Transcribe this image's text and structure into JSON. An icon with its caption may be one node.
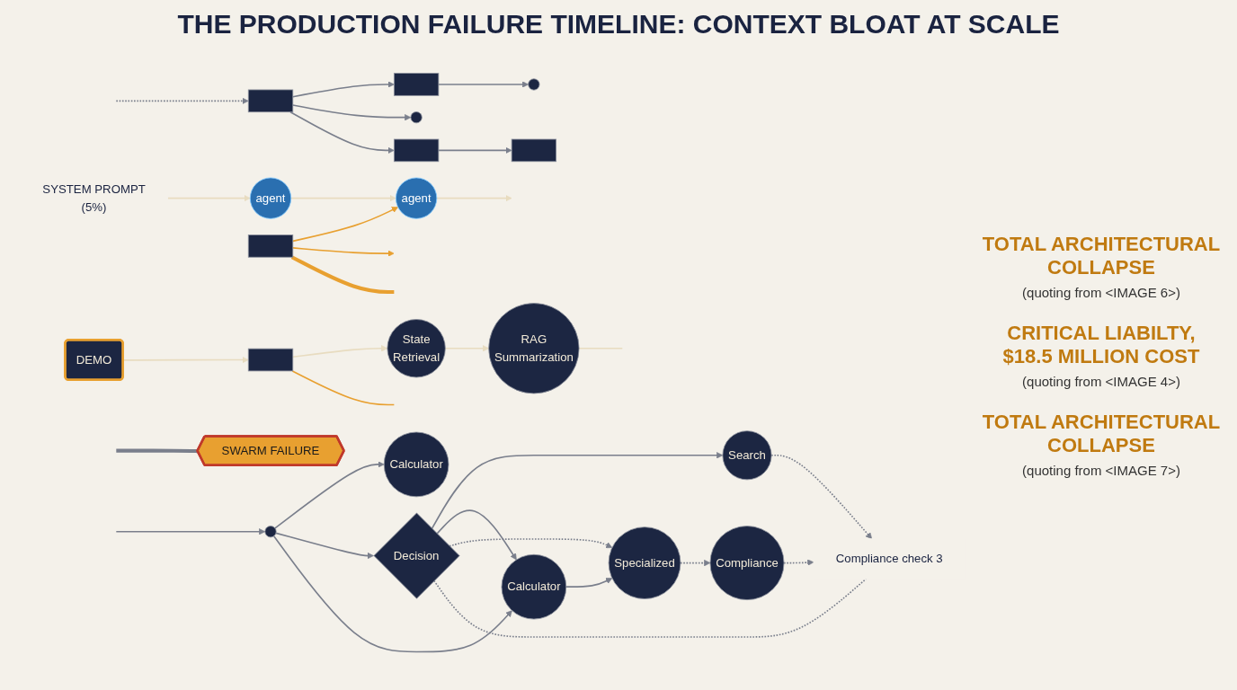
{
  "diagram": {
    "title": "THE PRODUCTION FAILURE TIMELINE: CONTEXT BLOAT AT SCALE",
    "nodes": [
      {
        "text": [
          "DEMO"
        ]
      },
      {
        "text": [],
        "shape": "box"
      },
      {
        "text": [
          "State",
          "Retrieval"
        ]
      },
      {
        "text": [
          "RAG",
          "Summarization"
        ]
      },
      {
        "text": [
          "SYSTEM PROMPT",
          "(5%)"
        ]
      },
      {
        "text": [
          "agent"
        ]
      },
      {
        "text": [
          "agent"
        ]
      },
      {
        "text": [],
        "shape": "box"
      },
      {
        "text": [],
        "shape": "box"
      },
      {
        "text": [],
        "shape": "box"
      },
      {
        "text": [],
        "shape": "box"
      },
      {
        "text": [],
        "shape": "circle"
      },
      {
        "text": [],
        "shape": "circle"
      },
      {
        "text": [],
        "shape": "box"
      },
      {
        "text": [
          "SWARM FAILURE"
        ]
      },
      {
        "text": [],
        "shape": "circle"
      },
      {
        "text": [
          "Calculator"
        ]
      },
      {
        "text": [
          "Decision"
        ]
      },
      {
        "text": [
          "Search"
        ]
      },
      {
        "text": [
          "Calculator"
        ]
      },
      {
        "text": [
          "Specialized"
        ]
      },
      {
        "text": [
          "Compliance"
        ]
      },
      {
        "text": [
          "Compliance check 3"
        ]
      }
    ],
    "edges": [
      {
        "from": 0,
        "to": 1,
        "arrow": "to",
        "color": "#e8dcc0"
      },
      {
        "from": 1,
        "to": 2,
        "arrow": "to",
        "color": "#e8dcc0"
      },
      {
        "from": 2,
        "to": 3,
        "arrow": "to",
        "color": "#e8dcc0"
      },
      {
        "from": 3,
        "to": null,
        "arrow": "none",
        "color": "#e8dcc0"
      },
      {
        "from": 1,
        "to": null,
        "arrow": "none",
        "color": "#e8a030"
      },
      {
        "from": 4,
        "to": 5,
        "arrow": "to",
        "color": "#e8dcc0"
      },
      {
        "from": 5,
        "to": 6,
        "arrow": "to",
        "color": "#e8dcc0"
      },
      {
        "from": 6,
        "to": null,
        "arrow": "to",
        "color": "#e8dcc0"
      },
      {
        "from": 7,
        "to": 6,
        "arrow": "to",
        "color": "#e8a030"
      },
      {
        "from": 7,
        "to": null,
        "arrow": "to",
        "color": "#e8a030"
      },
      {
        "from": 7,
        "to": null,
        "arrow": "none",
        "style": "thick",
        "color": "#e8a030"
      },
      {
        "from": null,
        "to": 8,
        "arrow": "to",
        "style": "dashed"
      },
      {
        "from": 8,
        "to": 9,
        "arrow": "to"
      },
      {
        "from": 8,
        "to": 12,
        "arrow": "to"
      },
      {
        "from": 8,
        "to": 10,
        "arrow": "to"
      },
      {
        "from": 9,
        "to": 11,
        "arrow": "to"
      },
      {
        "from": 10,
        "to": 13,
        "arrow": "to"
      },
      {
        "from": null,
        "to": 14,
        "arrow": "none",
        "style": "thick"
      },
      {
        "from": null,
        "to": 15,
        "arrow": "to"
      },
      {
        "from": 15,
        "to": 16,
        "arrow": "to"
      },
      {
        "from": 15,
        "to": 17,
        "arrow": "to"
      },
      {
        "from": 15,
        "to": 19,
        "arrow": "to"
      },
      {
        "from": 17,
        "to": 18,
        "arrow": "to"
      },
      {
        "from": 17,
        "to": 19,
        "arrow": "to"
      },
      {
        "from": 17,
        "to": 20,
        "arrow": "to",
        "style": "dashed"
      },
      {
        "from": 17,
        "to": 22,
        "arrow": "none",
        "style": "dashed"
      },
      {
        "from": 19,
        "to": 20,
        "arrow": "to"
      },
      {
        "from": 20,
        "to": 21,
        "arrow": "to",
        "style": "dashed"
      },
      {
        "from": 21,
        "to": 22,
        "arrow": "to",
        "style": "dashed"
      },
      {
        "from": 18,
        "to": 22,
        "arrow": "to",
        "style": "dashed"
      }
    ],
    "labels": [
      "TOTAL ARCHITECTURAL COLLAPSE",
      "(quoting from <IMAGE 6>)",
      "CRITICAL LIABILTY, $18.5 MILLION COST",
      "(quoting from <IMAGE 4>)",
      "TOTAL ARCHITECTURAL COLLAPSE",
      "(quoting from <IMAGE 7>)"
    ]
  }
}
